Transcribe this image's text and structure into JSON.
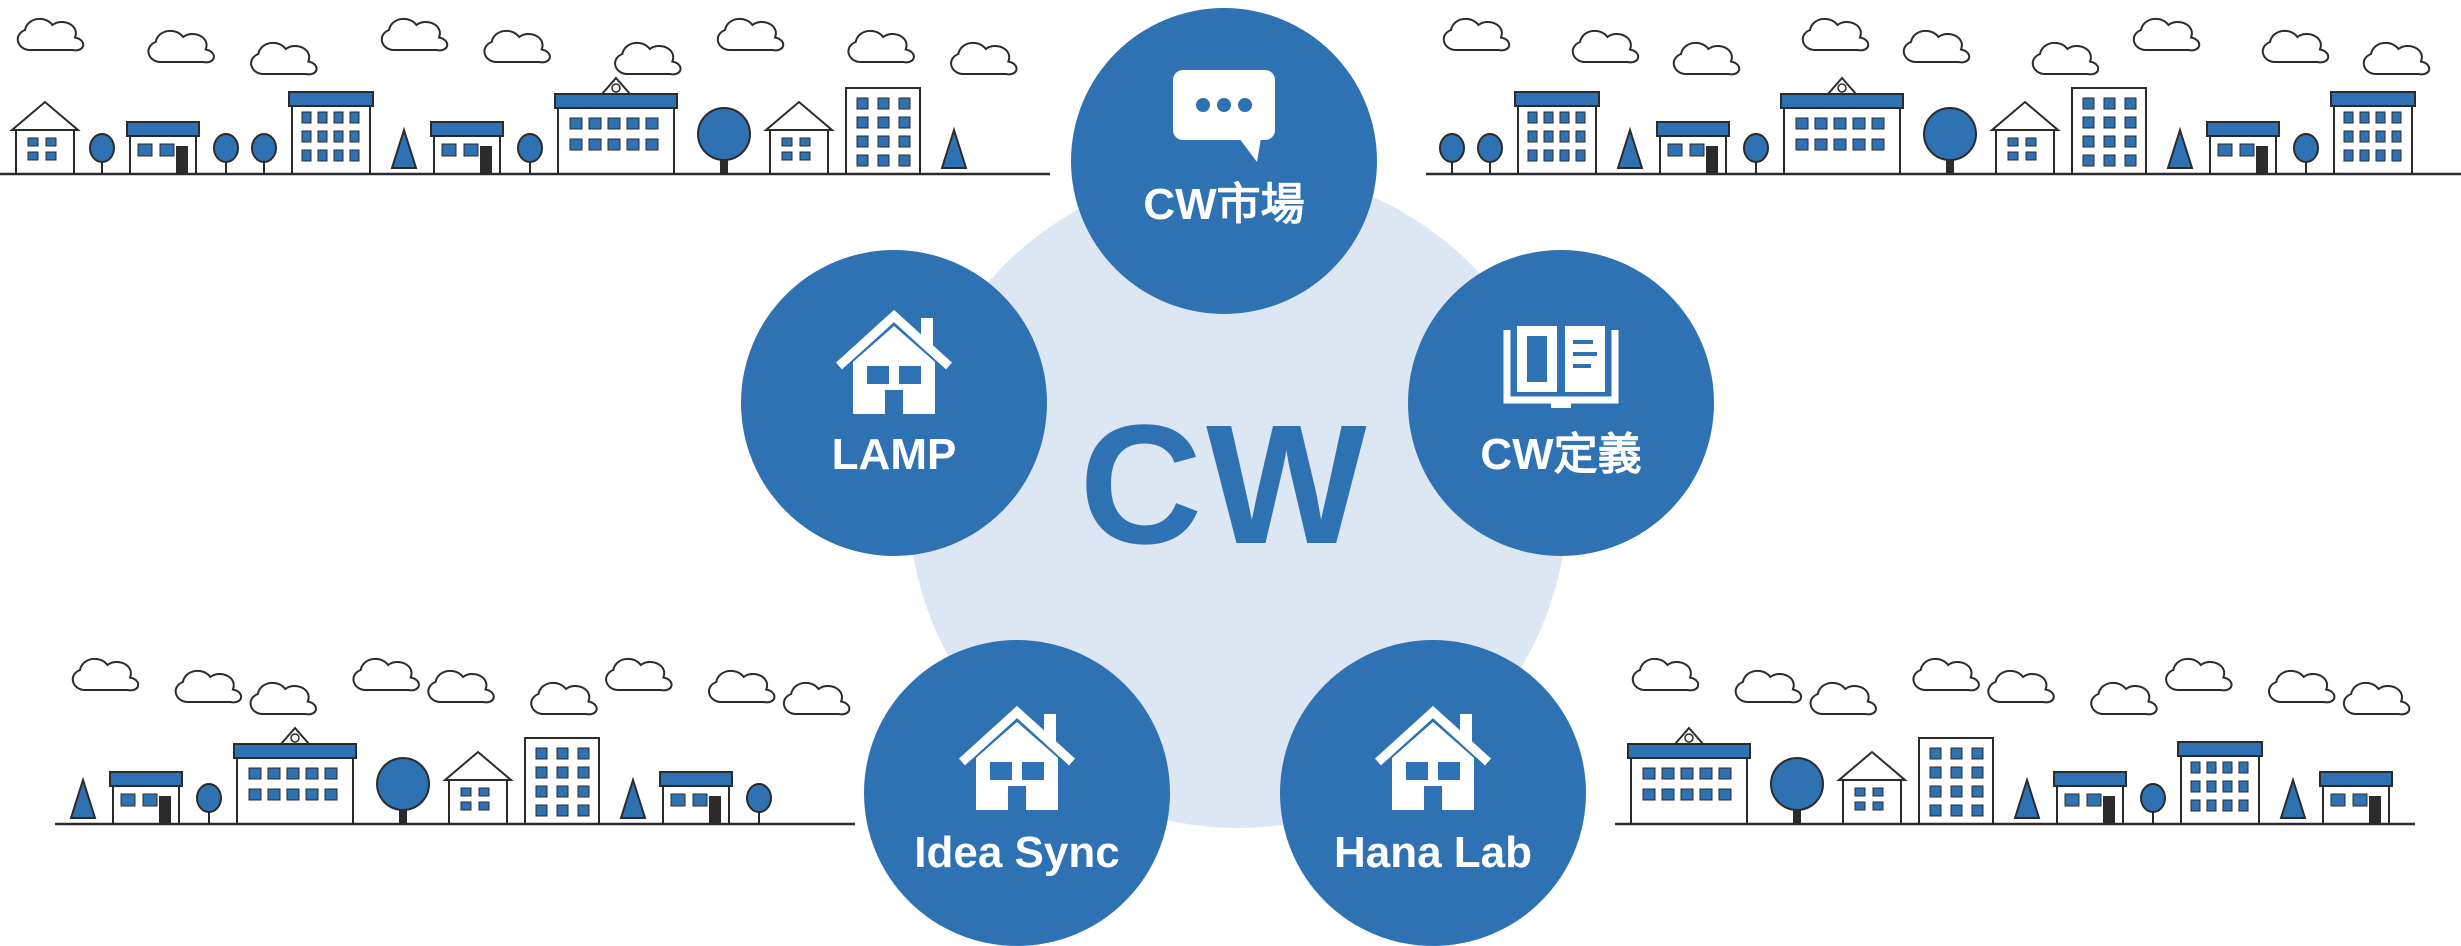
{
  "colors": {
    "accent": "#2f72b4",
    "disc": "#dde7f4",
    "outline": "#2b2b2b"
  },
  "center": {
    "label": "CW"
  },
  "nodes": {
    "market": {
      "label": "CW市場",
      "icon": "speech-bubble-icon"
    },
    "definition": {
      "label": "CW定義",
      "icon": "open-book-icon"
    },
    "lamp": {
      "label": "LAMP",
      "icon": "house-icon"
    },
    "idea_sync": {
      "label": "Idea Sync",
      "icon": "house-icon"
    },
    "hana_lab": {
      "label": "Hana Lab",
      "icon": "house-icon"
    }
  },
  "decorations": [
    "town-skyline-illustration"
  ]
}
